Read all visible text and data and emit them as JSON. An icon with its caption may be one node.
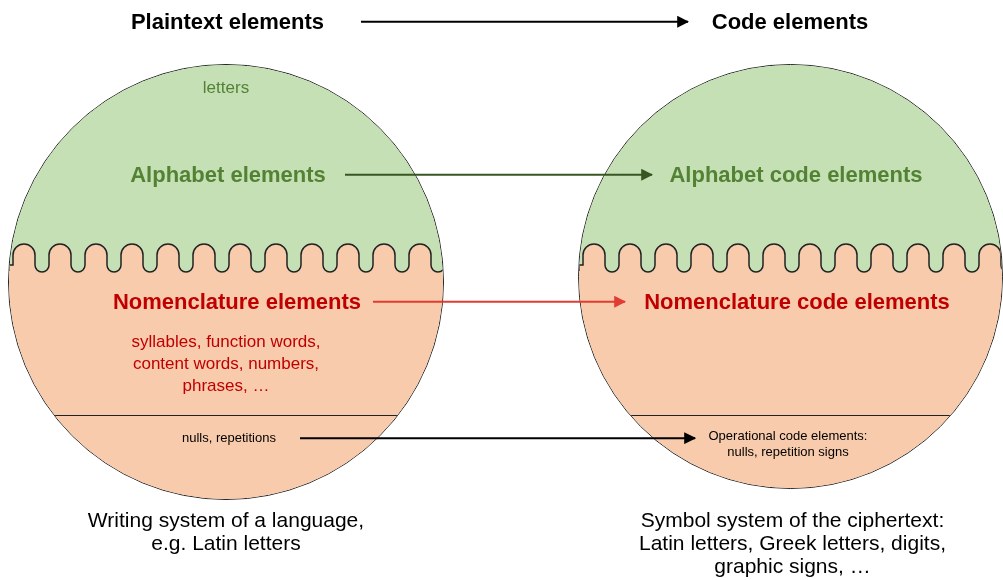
{
  "diagram": {
    "nodes": [
      {
        "text": [
          "Plaintext elements"
        ]
      },
      {
        "text": [
          "Code elements"
        ]
      },
      {
        "text": [],
        "shape": "circle",
        "beside": [
          "Writing system of a language, e.g. Latin letters"
        ]
      },
      {
        "text": [
          "letters"
        ],
        "in": 2
      },
      {
        "text": [
          "Alphabet elements"
        ],
        "in": 3
      },
      {
        "text": [
          "syllables, function words, content words, numbers, phrases, …"
        ],
        "in": 2
      },
      {
        "text": [
          "Nomenclature elements"
        ],
        "in": 5
      },
      {
        "text": [],
        "shape": "box",
        "in": 2
      },
      {
        "text": [
          "nulls, repetitions"
        ],
        "in": 7
      },
      {
        "text": [],
        "shape": "circle",
        "beside": [
          "Symbol system of the ciphertext: Latin letters, Greek letters, digits, graphic signs, …"
        ]
      },
      {
        "text": [],
        "shape": "box",
        "in": 9
      },
      {
        "text": [
          "Alphabet code elements"
        ],
        "in": 10
      },
      {
        "text": [],
        "shape": "box",
        "in": 9
      },
      {
        "text": [
          "Nomenclature code elements"
        ],
        "in": 12
      },
      {
        "text": [],
        "shape": "box",
        "in": 9
      },
      {
        "text": [
          "Operational code elements: nulls, repetition signs"
        ],
        "in": 14
      }
    ],
    "edges": [
      {
        "from": 0,
        "to": 1,
        "arrow": "to"
      },
      {
        "from": 4,
        "to": 11,
        "arrow": "to",
        "color": "#375623"
      },
      {
        "from": 6,
        "to": 13,
        "arrow": "to",
        "color": "#e03c31"
      },
      {
        "from": 8,
        "to": 15,
        "arrow": "to"
      }
    ]
  }
}
